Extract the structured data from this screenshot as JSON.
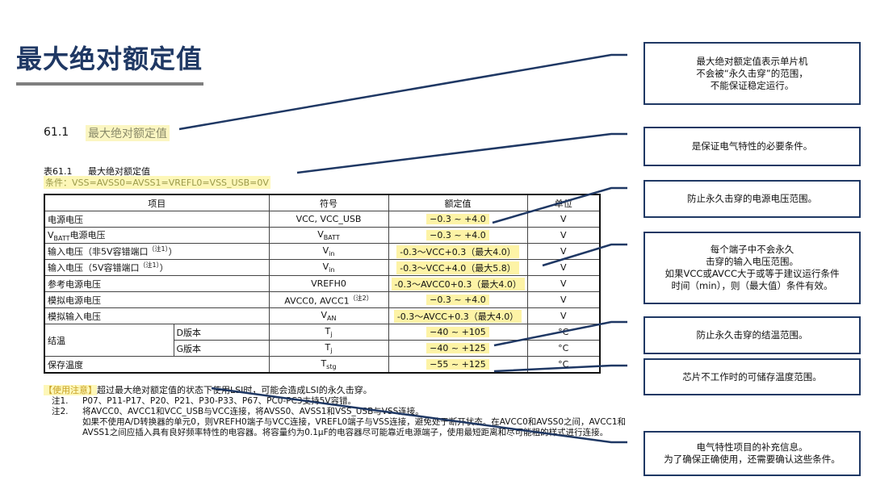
{
  "page_title": "最大绝对额定值",
  "section": {
    "number": "61.1",
    "title": "最大绝对额定值"
  },
  "table": {
    "caption_label": "表61.1",
    "caption_title": "最大绝对额定值",
    "condition": "条件：VSS=AVSS0=AVSS1=VREFL0=VSS_USB=0V",
    "headers": {
      "item": "项目",
      "symbol": "符号",
      "rating": "额定值",
      "unit": "单位"
    },
    "rows": [
      {
        "item": "电源电压",
        "symbol": "VCC, VCC_USB",
        "rating": "−0.3 ~ +4.0",
        "unit": "V"
      },
      {
        "item_sub": "BATT",
        "item_rest": "电源电压",
        "symbol_main": "V",
        "symbol_sub": "BATT",
        "rating": "−0.3 ~ +4.0",
        "unit": "V"
      },
      {
        "item": "输入电压（非5V容错端口",
        "item_note": "（注1）",
        "item_end": "）",
        "symbol_main": "V",
        "symbol_sub": "in",
        "rating": "-0.3～VCC+0.3（最大4.0）",
        "unit": "V"
      },
      {
        "item": "输入电压（5V容错端口",
        "item_note": "（注1）",
        "item_end": "）",
        "symbol_main": "V",
        "symbol_sub": "in",
        "rating": "-0.3～VCC+4.0（最大5.8）",
        "unit": "V"
      },
      {
        "item": "参考电源电压",
        "symbol": "VREFH0",
        "rating": "-0.3～AVCC0+0.3（最大4.0）",
        "unit": "V"
      },
      {
        "item": "模拟电源电压",
        "symbol": "AVCC0, AVCC1",
        "symbol_note": "（注2）",
        "rating": "−0.3 ~ +4.0",
        "unit": "V"
      },
      {
        "item": "模拟输入电压",
        "symbol_main": "V",
        "symbol_sub": "AN",
        "rating": "-0.3～AVCC+0.3（最大4.0）",
        "unit": "V"
      },
      {
        "item": "结温",
        "variant": "D版本",
        "symbol_main": "T",
        "symbol_sub": "j",
        "rating": "−40 ~ +105",
        "unit": "°C"
      },
      {
        "variant": "G版本",
        "symbol_main": "T",
        "symbol_sub": "j",
        "rating": "−40 ~ +125",
        "unit": "°C"
      },
      {
        "item": "保存温度",
        "symbol_main": "T",
        "symbol_sub": "stg",
        "rating": "−55 ~ +125",
        "unit": "°C"
      }
    ]
  },
  "usage_note": {
    "tag": "【使用注意】",
    "text": "超过最大绝对额定值的状态下使用LSI时，可能会造成LSI的永久击穿。"
  },
  "notes": [
    {
      "label": "注1.",
      "text": "P07、P11-P17、P20、P21、P30-P33、P67、PC0-PC3支持5V容错。"
    },
    {
      "label": "注2.",
      "text": "将AVCC0、AVCC1和VCC_USB与VCC连接，将AVSS0、AVSS1和VSS_USB与VSS连接。"
    },
    {
      "label": "",
      "text": "如果不使用A/D转换器的单元0，则VREFH0端子与VCC连接，VREFL0端子与VSS连接，避免处于断开状态。在AVCC0和AVSS0之间，AVCC1和AVSS1之间应插入具有良好频率特性的电容器。将容量约为0.1μF的电容器尽可能靠近电源端子，使用最短距离和尽可能粗的样式进行连接。"
    }
  ],
  "callouts": [
    "最大绝对额定值表示单片机\n不会被“永久击穿”的范围，\n不能保证稳定运行。",
    "是保证电气特性的必要条件。",
    "防止永久击穿的电源电压范围。",
    "每个端子中不会永久\n击穿的输入电压范围。\n如果VCC或AVCC大于或等于建议运行条件\n时间（min），则（最大值）条件有效。",
    "防止永久击穿的结温范围。",
    "芯片不工作时的可储存温度范围。",
    "电气特性项目的补充信息。\n为了确保正确使用，还需要确认这些条件。"
  ],
  "colors": {
    "title": "#1f3864",
    "callout_border": "#1f3864",
    "highlight": "#fdf3a6",
    "leader_line": "#1f3864"
  }
}
